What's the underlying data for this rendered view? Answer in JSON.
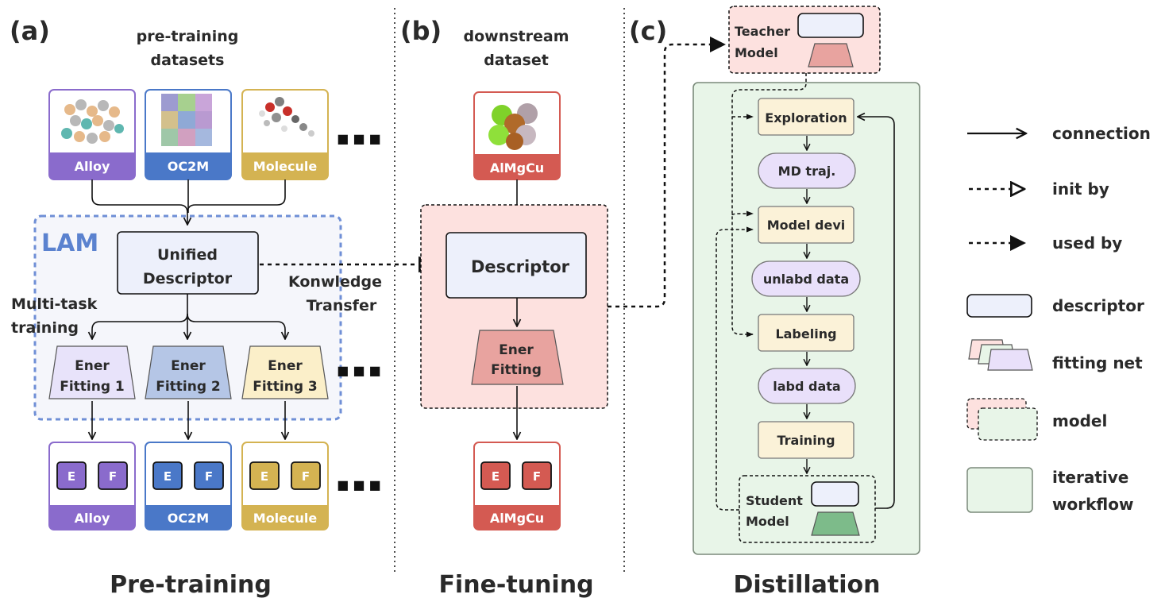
{
  "panels": {
    "a": {
      "letter": "(a)",
      "datasets_title_l1": "pre-training",
      "datasets_title_l2": "datasets",
      "datasets": [
        {
          "label": "Alloy",
          "color": "#8a6bcc"
        },
        {
          "label": "OC2M",
          "color": "#4a78c8"
        },
        {
          "label": "Molecule",
          "color": "#d4b352"
        }
      ],
      "lam_label": "LAM",
      "descriptor_l1": "Unified",
      "descriptor_l2": "Descriptor",
      "multitask_l1": "Multi-task",
      "multitask_l2": "training",
      "transfer_l1": "Konwledge",
      "transfer_l2": "Transfer",
      "fittings": [
        {
          "l1": "Ener",
          "l2": "Fitting 1",
          "color": "#e8e3fa"
        },
        {
          "l1": "Ener",
          "l2": "Fitting 2",
          "color": "#b5c6e6"
        },
        {
          "l1": "Ener",
          "l2": "Fitting 3",
          "color": "#fbefc9"
        }
      ],
      "outputs": [
        {
          "label": "Alloy",
          "e": "E",
          "f": "F"
        },
        {
          "label": "OC2M",
          "e": "E",
          "f": "F"
        },
        {
          "label": "Molecule",
          "e": "E",
          "f": "F"
        }
      ],
      "ellipsis": "■ ■ ■",
      "footer": "Pre-training"
    },
    "b": {
      "letter": "(b)",
      "title_l1": "downstream",
      "title_l2": "dataset",
      "dataset_label": "AlMgCu",
      "dataset_color": "#d45a52",
      "descriptor": "Descriptor",
      "fitting_l1": "Ener",
      "fitting_l2": "Fitting",
      "output_label": "AlMgCu",
      "output_e": "E",
      "output_f": "F",
      "footer": "Fine-tuning"
    },
    "c": {
      "letter": "(c)",
      "teacher_l1": "Teacher",
      "teacher_l2": "Model",
      "steps": [
        "Exploration",
        "MD traj.",
        "Model devi",
        "unlabd data",
        "Labeling",
        "labd data",
        "Training"
      ],
      "student_l1": "Student",
      "student_l2": "Model",
      "footer": "Distillation"
    }
  },
  "legend": [
    {
      "label": "connection"
    },
    {
      "label": "init by"
    },
    {
      "label": "used by"
    },
    {
      "label": "descriptor"
    },
    {
      "label": "fitting net"
    },
    {
      "label": "model"
    },
    {
      "label": "iterative workflow",
      "l1": "iterative",
      "l2": "workflow"
    }
  ]
}
